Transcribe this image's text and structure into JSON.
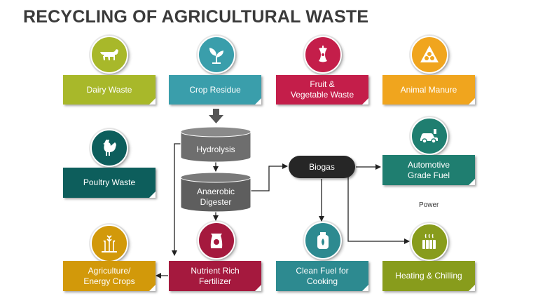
{
  "title": "RECYCLING OF AGRICULTURAL WASTE",
  "sources": {
    "dairy": "Dairy Waste",
    "crop": "Crop Residue",
    "fruit_line1": "Fruit &",
    "fruit_line2": "Vegetable Waste",
    "animal": "Animal Manure",
    "poultry": "Poultry Waste"
  },
  "process": {
    "hydrolysis": "Hydrolysis",
    "digester_line1": "Anaerobic",
    "digester_line2": "Digester",
    "biogas": "Biogas"
  },
  "outputs": {
    "automotive_line1": "Automotive",
    "automotive_line2": "Grade Fuel",
    "power": "Power",
    "heating": "Heating & Chilling",
    "cooking_line1": "Clean Fuel for",
    "cooking_line2": "Cooking",
    "fertilizer_line1": "Nutrient Rich",
    "fertilizer_line2": "Fertilizer",
    "crops_line1": "Agriculture/",
    "crops_line2": "Energy Crops"
  },
  "colors": {
    "lime": "#a8b82a",
    "teal": "#3a9eab",
    "crimson": "#c41e4a",
    "orange": "#f0a51e",
    "dark_teal": "#0d5e5c",
    "green_teal": "#1f7e70",
    "maroon": "#a5193e",
    "gold": "#d2990a",
    "olive": "#889c1c",
    "steel_teal": "#2d8a90",
    "cylinder_gray": "#6e6e6e",
    "dark": "#262626"
  },
  "icons": {
    "dairy": "cow-icon",
    "crop": "leaves-icon",
    "fruit": "apple-core-icon",
    "animal": "manure-recycle-icon",
    "poultry": "rooster-icon",
    "automotive": "car-fuel-icon",
    "heating": "radiator-icon",
    "cooking": "gas-cylinder-icon",
    "fertilizer": "fertilizer-bag-icon",
    "crops": "wheat-crop-icon"
  }
}
